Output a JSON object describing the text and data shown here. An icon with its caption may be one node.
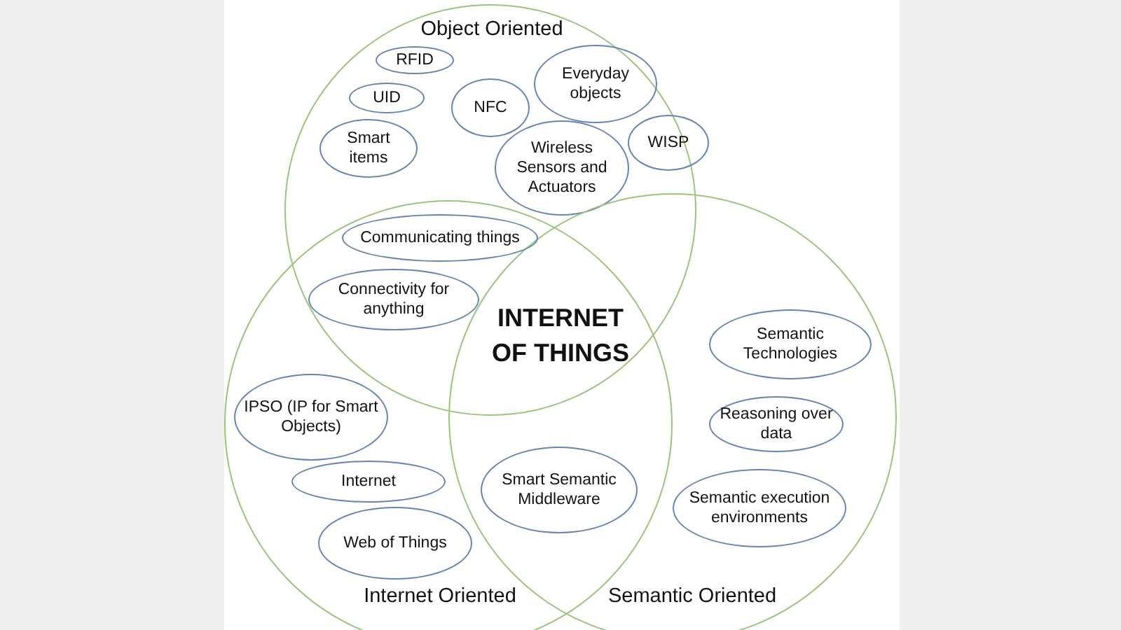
{
  "diagram": {
    "nodes": [
      {
        "text": [
          "Object Oriented"
        ]
      },
      {
        "text": [
          "Internet Oriented"
        ]
      },
      {
        "text": [
          "Semantic Oriented"
        ]
      },
      {
        "text": [
          "RFID"
        ],
        "in": 0
      },
      {
        "text": [
          "UID"
        ],
        "in": 0
      },
      {
        "text": [
          "Smart items"
        ],
        "in": 0
      },
      {
        "text": [
          "NFC"
        ],
        "in": 0
      },
      {
        "text": [
          "Everyday objects"
        ],
        "in": 0
      },
      {
        "text": [
          "Wireless Sensors and Actuators"
        ],
        "in": 0
      },
      {
        "text": [
          "WISP"
        ],
        "in": 0
      },
      {
        "text": [
          "Communicating things"
        ]
      },
      {
        "text": [
          "Connectivity for anything"
        ]
      },
      {
        "text": [
          "Semantic Technologies"
        ],
        "in": 2
      },
      {
        "text": [
          "IPSO (IP for Smart Objects)"
        ],
        "in": 1
      },
      {
        "text": [
          "Reasoning over data"
        ],
        "in": 2
      },
      {
        "text": [
          "Internet"
        ],
        "in": 1
      },
      {
        "text": [
          "Smart Semantic Middleware"
        ]
      },
      {
        "text": [
          "Semantic execution environments"
        ],
        "in": 2
      },
      {
        "text": [
          "Web of Things"
        ],
        "in": 1
      }
    ],
    "labels": [
      "INTERNET OF THINGS"
    ]
  }
}
